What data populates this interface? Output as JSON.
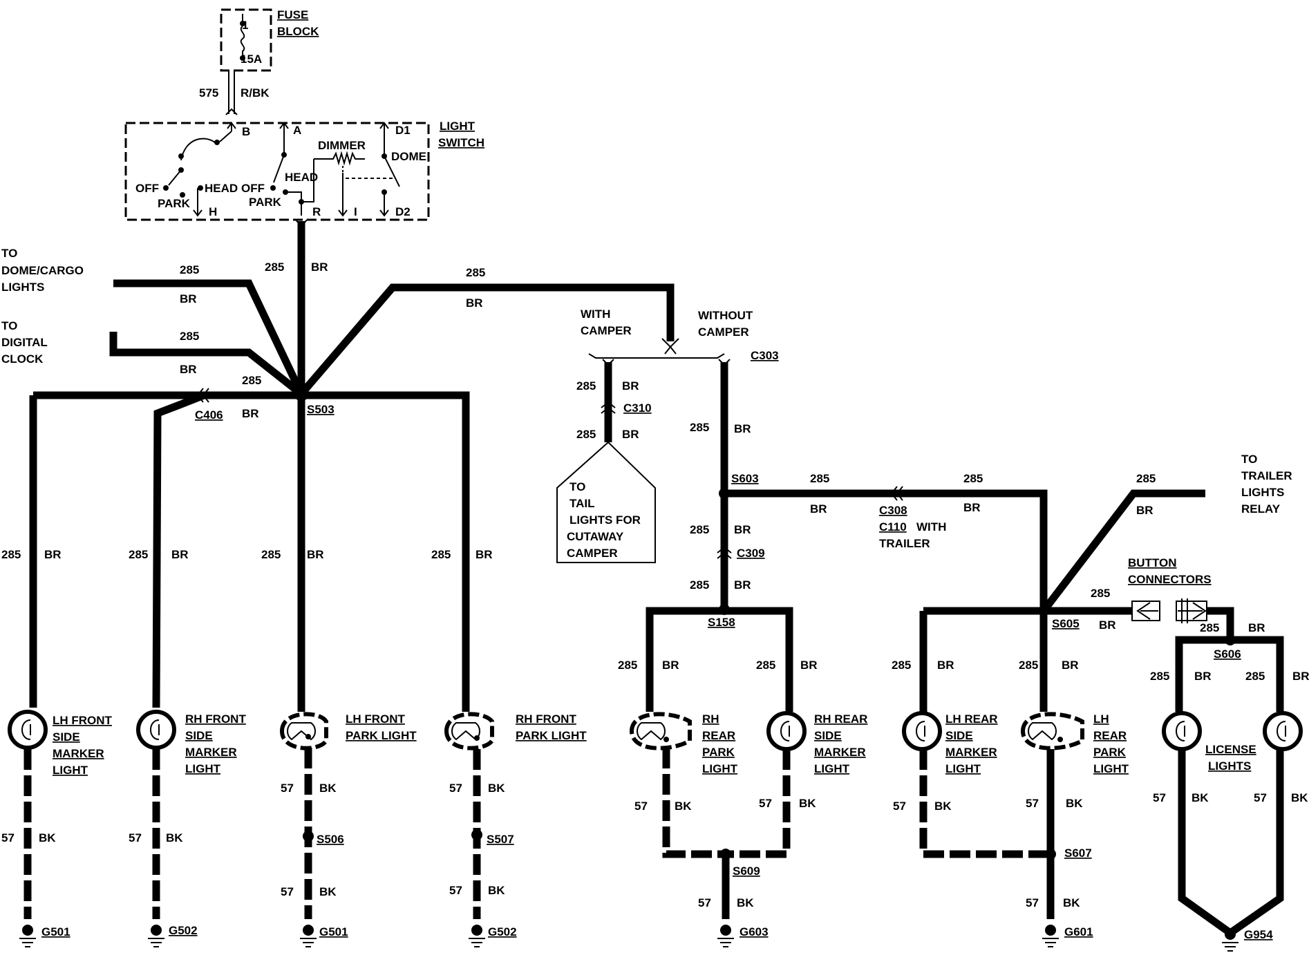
{
  "fuse_block": {
    "label1": "FUSE",
    "label2": "BLOCK",
    "fuse_no": "1",
    "fuse_rating": "15A"
  },
  "feed": {
    "circuit": "575",
    "color": "R/BK"
  },
  "light_switch": {
    "label1": "LIGHT",
    "label2": "SWITCH",
    "t_b": "B",
    "t_a": "A",
    "t_d1": "D1",
    "t_h": "H",
    "t_r": "R",
    "t_i": "I",
    "t_d2": "D2",
    "off1": "OFF",
    "park1": "PARK",
    "head1": "HEAD",
    "off2": "OFF",
    "park2": "PARK",
    "head2": "HEAD",
    "dimmer": "DIMMER",
    "dome": "DOME"
  },
  "circuits": {
    "br_no": "285",
    "br": "BR",
    "bk_no": "57",
    "bk": "BK"
  },
  "destinations": {
    "dome_cargo": [
      "TO",
      "DOME/CARGO",
      "LIGHTS"
    ],
    "digital_clock": [
      "TO",
      "DIGITAL",
      "CLOCK"
    ],
    "trailer": [
      "TO",
      "TRAILER",
      "LIGHTS",
      "RELAY"
    ],
    "cutaway": [
      "TO",
      "TAIL",
      "LIGHTS FOR",
      "CUTAWAY",
      "CAMPER"
    ]
  },
  "options": {
    "with_camper": [
      "WITH",
      "CAMPER"
    ],
    "without_camper": [
      "WITHOUT",
      "CAMPER"
    ],
    "with_trailer": "WITH",
    "trailer": "TRAILER"
  },
  "button_connectors": [
    "BUTTON",
    "CONNECTORS"
  ],
  "splices": {
    "s503": "S503",
    "s603": "S603",
    "s158": "S158",
    "s605": "S605",
    "s606": "S606",
    "s506": "S506",
    "s507": "S507",
    "s609": "S609",
    "s607": "S607"
  },
  "connectors": {
    "c406": "C406",
    "c303": "C303",
    "c310": "C310",
    "c309": "C309",
    "c308": "C308",
    "c110": "C110"
  },
  "grounds": {
    "g501": "G501",
    "g502": "G502",
    "g603": "G603",
    "g601": "G601",
    "g954": "G954"
  },
  "lamps": {
    "lh_front_side": [
      "LH FRONT",
      "SIDE",
      "MARKER",
      "LIGHT"
    ],
    "rh_front_side": [
      "RH FRONT",
      "SIDE",
      "MARKER",
      "LIGHT"
    ],
    "lh_front_park": [
      "LH FRONT",
      "PARK LIGHT"
    ],
    "rh_front_park": [
      "RH FRONT",
      "PARK LIGHT"
    ],
    "rh_rear_park": [
      "RH",
      "REAR",
      "PARK",
      "LIGHT"
    ],
    "rh_rear_side": [
      "RH REAR",
      "SIDE",
      "MARKER",
      "LIGHT"
    ],
    "lh_rear_side": [
      "LH REAR",
      "SIDE",
      "MARKER",
      "LIGHT"
    ],
    "lh_rear_park": [
      "LH",
      "REAR",
      "PARK",
      "LIGHT"
    ],
    "license": [
      "LICENSE",
      "LIGHTS"
    ]
  }
}
